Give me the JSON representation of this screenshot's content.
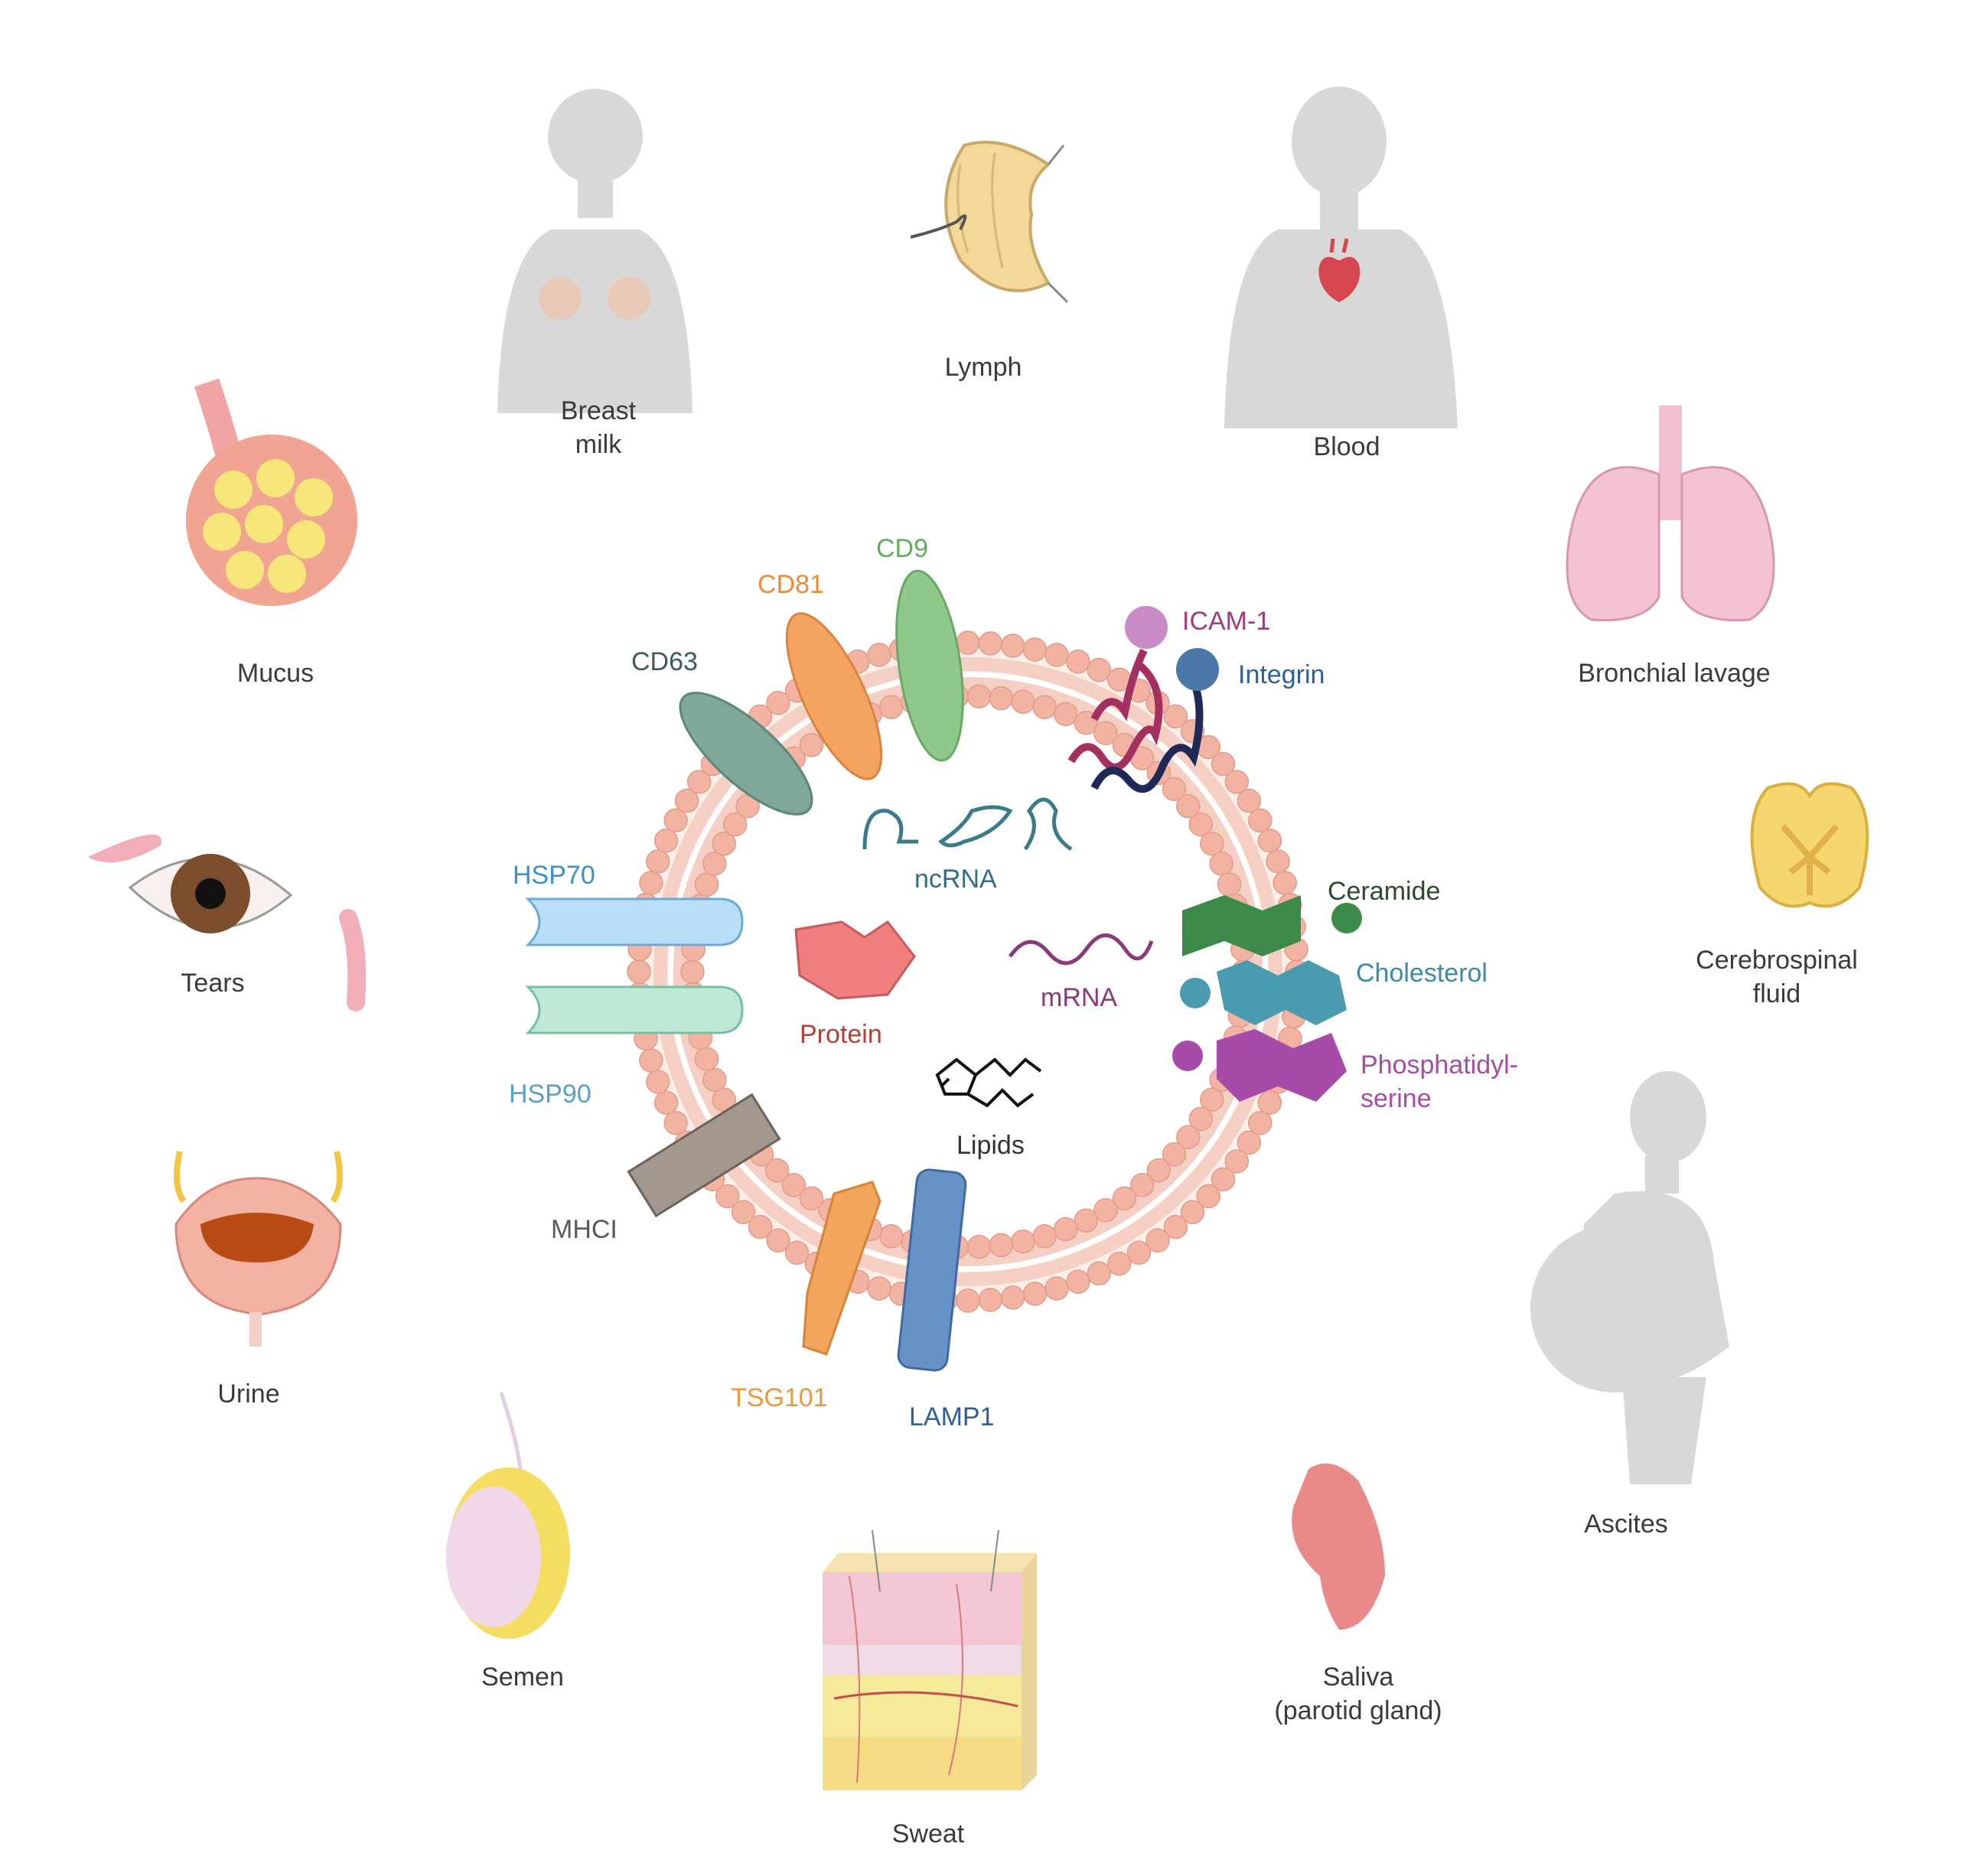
{
  "sources": {
    "breast_milk": [
      "Breast",
      "milk"
    ],
    "lymph": [
      "Lymph"
    ],
    "blood": [
      "Blood"
    ],
    "mucus": [
      "Mucus"
    ],
    "bronchial_lavage": [
      "Bronchial lavage"
    ],
    "tears": [
      "Tears"
    ],
    "cerebrospinal_fluid": [
      "Cerebrospinal",
      "fluid"
    ],
    "urine": [
      "Urine"
    ],
    "ascites": [
      "Ascites"
    ],
    "semen": [
      "Semen"
    ],
    "saliva": [
      "Saliva",
      "(parotid gland)"
    ],
    "sweat": [
      "Sweat"
    ]
  },
  "markers": {
    "cd9": "CD9",
    "cd81": "CD81",
    "cd63": "CD63",
    "icam1": "ICAM-1",
    "integrin": "Integrin",
    "hsp70": "HSP70",
    "hsp90": "HSP90",
    "mhci": "MHCI",
    "tsg101": "TSG101",
    "lamp1": "LAMP1",
    "ceramide": "Ceramide",
    "cholesterol": "Cholesterol",
    "phosphatidylserine": [
      "Phosphatidyl-",
      "serine"
    ]
  },
  "cargo": {
    "ncrna": "ncRNA",
    "mrna": "mRNA",
    "protein": "Protein",
    "lipids": "Lipids"
  },
  "colors": {
    "membrane_bead": "#f2b3a3",
    "membrane_fill": "#fbe6df",
    "silhouette": "#d7d7d7",
    "cd9": "#8fc98a",
    "cd81": "#f5a45f",
    "cd63": "#7fa79a",
    "icam1": "#b05ba8",
    "integrin": "#4a78a8",
    "hsp70": "#9ed0f2",
    "hsp90": "#a5dcc6",
    "mhci": "#9a8e84",
    "tsg101": "#f2a55c",
    "lamp1": "#5d89c2",
    "ceramide": "#3c8a4a",
    "cholesterol": "#4a9bb0",
    "phosphatidylserine": "#a84ba8",
    "protein": "#ef7f7f",
    "mrna": "#8a3a7a",
    "ncrna": "#3a7a8a"
  },
  "icons": [
    "breast-icon",
    "lymph-node-icon",
    "heart-icon",
    "mucus-gland-icon",
    "lungs-icon",
    "eye-icon",
    "spinal-cord-icon",
    "bladder-icon",
    "pregnant-silhouette-icon",
    "testis-icon",
    "salivary-gland-icon",
    "skin-icon"
  ]
}
